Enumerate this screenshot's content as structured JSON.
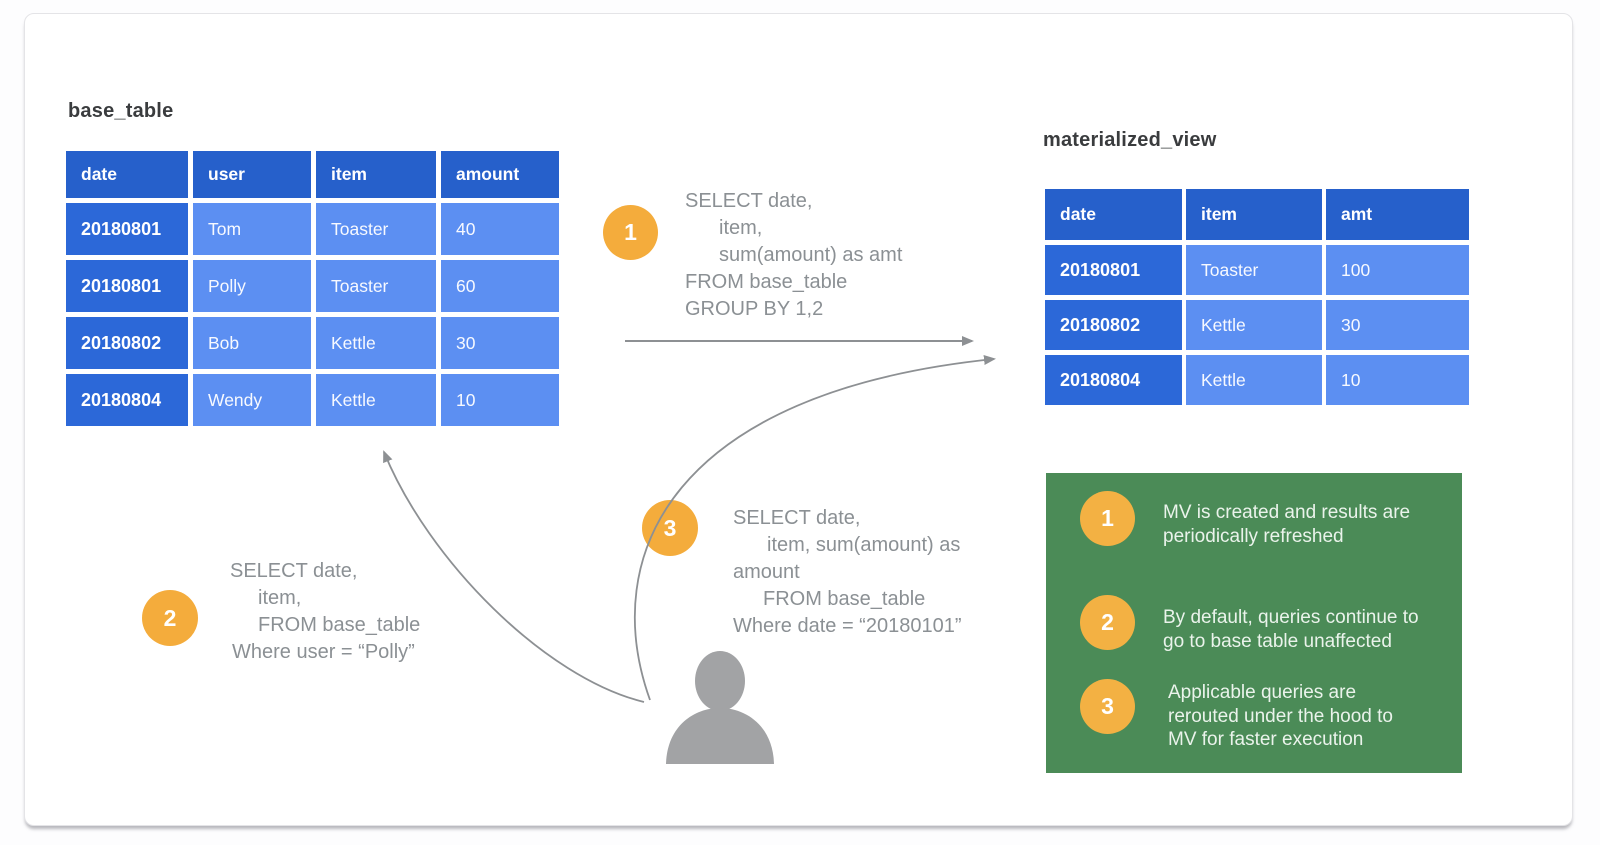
{
  "base_table": {
    "title": "base_table",
    "columns": [
      "date",
      "user",
      "item",
      "amount"
    ],
    "rows": [
      [
        "20180801",
        "Tom",
        "Toaster",
        "40"
      ],
      [
        "20180801",
        "Polly",
        "Toaster",
        "60"
      ],
      [
        "20180802",
        "Bob",
        "Kettle",
        "30"
      ],
      [
        "20180804",
        "Wendy",
        "Kettle",
        "10"
      ]
    ]
  },
  "materialized_view": {
    "title": "materialized_view",
    "columns": [
      "date",
      "item",
      "amt"
    ],
    "rows": [
      [
        "20180801",
        "Toaster",
        "100"
      ],
      [
        "20180802",
        "Kettle",
        "30"
      ],
      [
        "20180804",
        "Kettle",
        "10"
      ]
    ]
  },
  "queries": [
    {
      "badge": "1",
      "lines": [
        "SELECT date,",
        "item,",
        "sum(amount) as amt",
        "FROM base_table",
        "GROUP BY 1,2"
      ]
    },
    {
      "badge": "2",
      "lines": [
        "SELECT date,",
        "item,",
        "FROM base_table",
        "Where user = “Polly”"
      ]
    },
    {
      "badge": "3",
      "lines": [
        "SELECT date,",
        "item, sum(amount) as",
        "amount",
        "FROM base_table",
        "Where date = “20180101”"
      ]
    }
  ],
  "legend": {
    "items": [
      {
        "badge": "1",
        "text": "MV is created and results are\nperiodically refreshed"
      },
      {
        "badge": "2",
        "text": "By default, queries continue to\ngo to base table unaffected"
      },
      {
        "badge": "3",
        "text": "Applicable queries are\nrerouted under the hood to\nMV for faster execution"
      }
    ]
  },
  "icons": {
    "person": "person-silhouette"
  },
  "colors": {
    "header_blue": "#2660cb",
    "date_cell_blue": "#2c68d8",
    "light_cell_blue": "#5c8ff2",
    "green_panel": "#4b8b57",
    "badge_orange": "#f4ac3c",
    "sql_text_gray": "#8b9094",
    "arrow_gray": "#8d9093",
    "person_gray": "#a2a3a5"
  }
}
